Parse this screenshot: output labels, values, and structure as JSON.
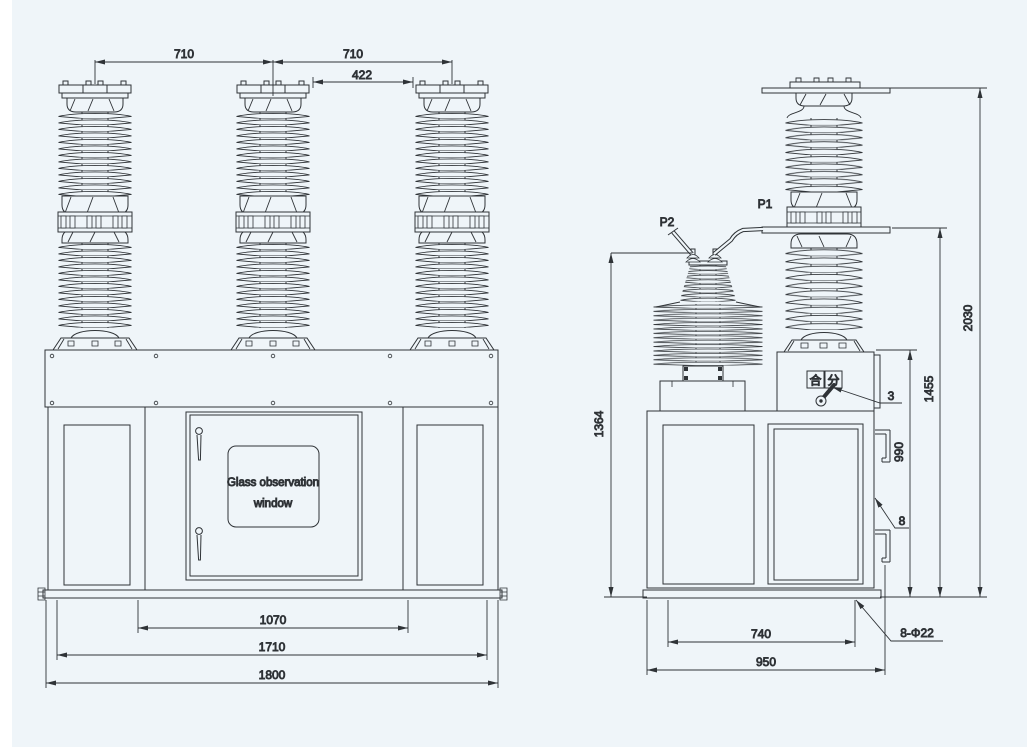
{
  "drawing": {
    "type": "outline-dimension-drawing-vacuum-circuit-breaker",
    "colors": {
      "background": "#eff5f9",
      "line": "#2f3337",
      "page": "#ffffff"
    },
    "front_view": {
      "dim_pole_pitch_left": "710",
      "dim_pole_pitch_right": "710",
      "dim_terminal_gap": "422",
      "dim_mounting_width": "1070",
      "dim_frame_width": "1710",
      "dim_overall_width": "1800",
      "window_label_line1": "Glass observation",
      "window_label_line2": "window"
    },
    "side_view": {
      "label_p1": "P1",
      "label_p2": "P2",
      "indicator_close": "合",
      "indicator_open": "分",
      "callout_indicator": "3",
      "callout_side_bracket": "8",
      "callout_mounting_holes": "8-Φ22",
      "dim_ct_terminal_height": "1364",
      "dim_box_top_height": "990",
      "dim_flange_height": "1455",
      "dim_overall_height": "2030",
      "dim_mounting_depth": "740",
      "dim_overall_depth": "950"
    }
  }
}
